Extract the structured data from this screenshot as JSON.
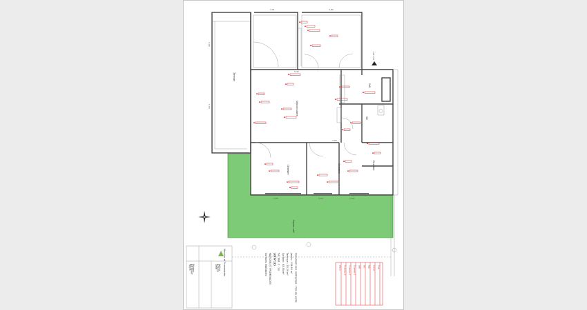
{
  "viewer": {
    "background": "#ececec"
  },
  "plan": {
    "garden_label": "Espace vert",
    "wall_color": "#444444",
    "garden_color": "#7ecb77",
    "annotation_color": "#d9262a",
    "rooms": [
      {
        "key": "terrace",
        "label": "Terrasse"
      },
      {
        "key": "living",
        "label": "Séjour/cuisine"
      },
      {
        "key": "bed1",
        "label": "Chambre"
      },
      {
        "key": "bed2",
        "label": "Chambre"
      },
      {
        "key": "bed3",
        "label": "Chambre"
      },
      {
        "key": "bath",
        "label": "SdB"
      },
      {
        "key": "wc",
        "label": "WC"
      }
    ],
    "dimensions": [
      "4.96",
      "5.03",
      "3.01",
      "2.84",
      "2.95",
      "3.10",
      "1.60",
      "5.44",
      "2.09"
    ],
    "lot_marker": "LOT 613"
  },
  "legend_block": {
    "lines": [
      "Surfaces habitables",
      "MAISONS ET PROMENADES",
      "LOT N°215",
      "T4 - Bât. 2 - 1er",
      "Surface : 85.55 m²",
      "Terrasse : 28.29 m²",
      "Jardin : 104.60 m²",
      "Document non contractuel - Plan de vente"
    ]
  },
  "title_block": {
    "company": "Maisons et Promenades",
    "rows": [
      "Projet",
      "Bâtiment",
      "Niveau",
      "Date",
      "Echelle",
      "Indice"
    ]
  },
  "red_table": {
    "rows": [
      "Séjour",
      "Chambre 1",
      "Chambre 2",
      "Chambre 3",
      "SdB",
      "WC",
      "Dgt",
      "Cellier",
      "Total"
    ]
  }
}
